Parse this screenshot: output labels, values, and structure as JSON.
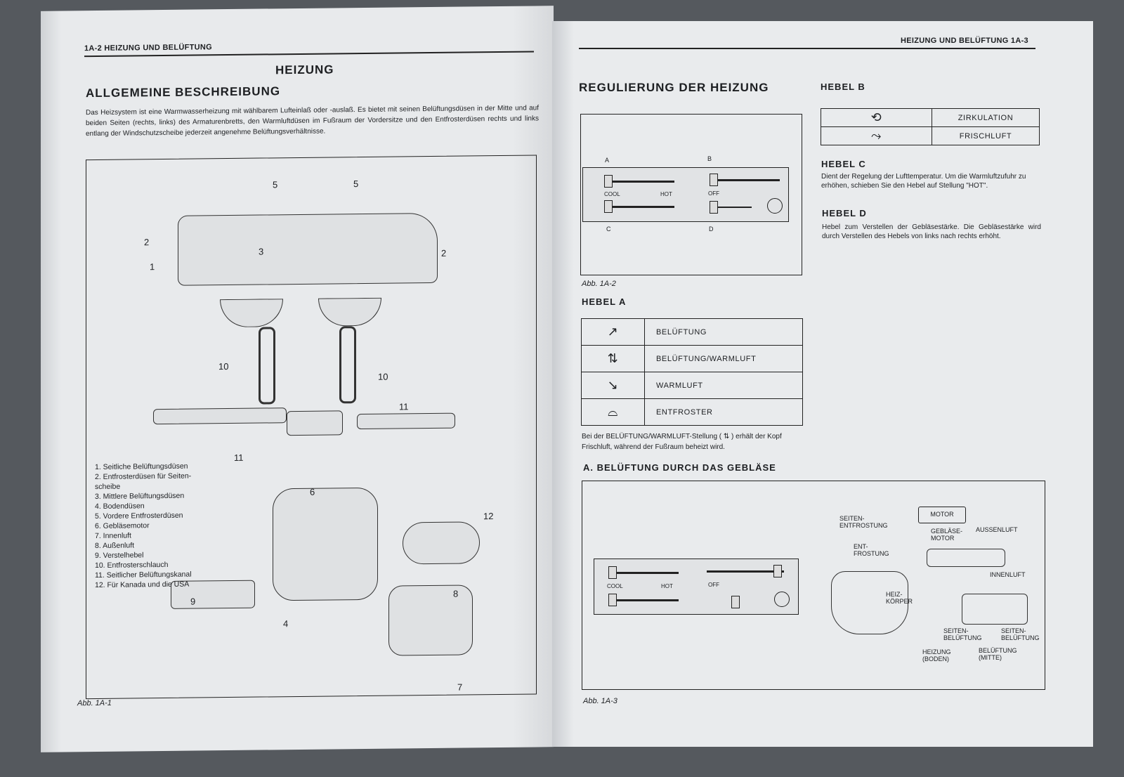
{
  "left_page": {
    "header": "1A-2 HEIZUNG UND BELÜFTUNG",
    "title": "HEIZUNG",
    "section": "ALLGEMEINE BESCHREIBUNG",
    "paragraph": "Das Heizsystem ist eine Warmwasserheizung mit wählbarem Lufteinlaß oder -auslaß. Es bietet mit seinen Belüftungsdüsen in der Mitte und auf beiden Seiten (rechts, links) des Armaturenbretts, den Warmluftdüsen im Fußraum der Vordersitze und den Entfrosterdüsen rechts und links entlang der Windschutzscheibe jederzeit angenehme Belüftungsverhältnisse.",
    "figure_labels": [
      "1",
      "2",
      "3",
      "4",
      "5",
      "6",
      "7",
      "8",
      "9",
      "10",
      "11",
      "12"
    ],
    "legend": [
      "1. Seitliche Belüftungsdüsen",
      "2. Entfrosterdüsen für Seiten-scheibe",
      "3. Mittlere Belüftungsdüsen",
      "4. Bodendüsen",
      "5. Vordere Entfrosterdüsen",
      "6. Gebläsemotor",
      "7. Innenluft",
      "8. Außenluft",
      "9. Verstelhebel",
      "10. Entfrosterschlauch",
      "11. Seitlicher Belüftungskanal",
      "12. Für Kanada und die USA"
    ],
    "caption": "Abb. 1A-1"
  },
  "right_page": {
    "header": "HEIZUNG UND BELÜFTUNG 1A-3",
    "section": "REGULIERUNG DER HEIZUNG",
    "panel": {
      "a": "A",
      "b": "B",
      "c": "C",
      "d": "D",
      "cool": "COOL",
      "hot": "HOT",
      "off": "OFF"
    },
    "caption_2": "Abb. 1A-2",
    "hebel_a": {
      "title": "HEBEL A",
      "rows": [
        {
          "icon": "ventilation-icon",
          "glyph": "↗",
          "label": "BELÜFTUNG"
        },
        {
          "icon": "ventilation-heat-icon",
          "glyph": "⇅",
          "label": "BELÜFTUNG/WARMLUFT"
        },
        {
          "icon": "heat-icon",
          "glyph": "↘",
          "label": "WARMLUFT"
        },
        {
          "icon": "defroster-icon",
          "glyph": "⌓",
          "label": "ENTFROSTER"
        }
      ],
      "note": "Bei der BELÜFTUNG/WARMLUFT-Stellung ( ⇅ ) erhält der Kopf Frischluft, während der Fußraum beheizt wird."
    },
    "hebel_b": {
      "title": "HEBEL B",
      "rows": [
        {
          "icon": "recirculation-icon",
          "glyph": "⟲",
          "label": "ZIRKULATION"
        },
        {
          "icon": "fresh-air-icon",
          "glyph": "⤳",
          "label": "FRISCHLUFT"
        }
      ]
    },
    "hebel_c": {
      "title": "HEBEL C",
      "text": "Dient der Regelung der Lufttemperatur. Um die Warmluftzufuhr zu erhöhen, schieben Sie den Hebel auf Stellung \"HOT\"."
    },
    "hebel_d": {
      "title": "HEBEL D",
      "text": "Hebel zum Verstellen der Gebläsestärke. Die Gebläsestärke wird durch Verstellen des Hebels von links nach rechts erhöht."
    },
    "subsection": "A. BELÜFTUNG DURCH DAS GEBLÄSE",
    "flow": {
      "seiten_entfrostung": "SEITEN-ENTFROSTUNG",
      "entfrostung": "ENT-FROSTUNG",
      "motor": "MOTOR",
      "geblaese": "GEBLÄSE-MOTOR",
      "aussenluft": "AUSSENLUFT",
      "innenluft": "INNENLUFT",
      "heizkoerper": "HEIZ-KÖRPER",
      "seitenbel1": "SEITEN-BELÜFTUNG",
      "seitenbel2": "SEITEN-BELÜFTUNG",
      "heizung": "HEIZUNG (BODEN)",
      "belueftung": "BELÜFTUNG (MITTE)"
    },
    "caption_3": "Abb. 1A-3"
  }
}
